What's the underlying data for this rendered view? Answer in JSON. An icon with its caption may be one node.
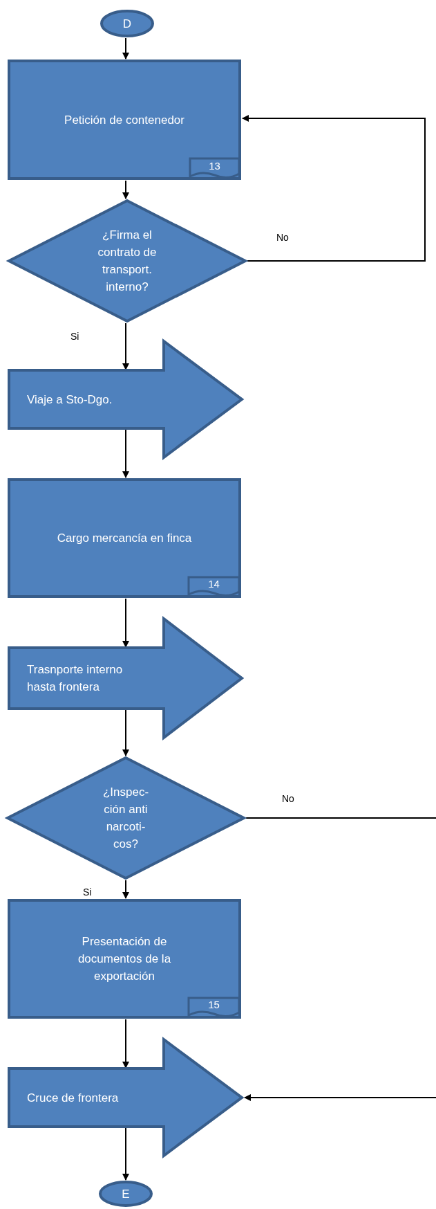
{
  "diagram": {
    "nodes": [
      {
        "text": [
          "D"
        ]
      },
      {
        "text": [
          "Petición de contenedor"
        ]
      },
      {
        "text": [
          "13"
        ],
        "in": 1
      },
      {
        "text": [
          "¿Firma el contrato de transport. interno?"
        ]
      },
      {
        "text": [
          "Viaje a Sto-Dgo."
        ]
      },
      {
        "text": [
          "Cargo mercancía en finca"
        ]
      },
      {
        "text": [
          "14"
        ],
        "in": 5
      },
      {
        "text": [
          "Trasnporte interno hasta frontera"
        ]
      },
      {
        "text": [
          "¿Inspec- ción anti narcoti- cos?"
        ]
      },
      {
        "text": [
          "Presentación de documentos de la exportación"
        ]
      },
      {
        "text": [
          "15"
        ],
        "in": 9
      },
      {
        "text": [
          "Cruce de frontera"
        ]
      },
      {
        "text": [
          "E"
        ]
      }
    ],
    "edges": [
      {
        "from": 0,
        "to": 1,
        "arrow": "to"
      },
      {
        "from": 1,
        "to": 3,
        "arrow": "to"
      },
      {
        "from": 3,
        "to": 1,
        "arrow": "to",
        "label": "No"
      },
      {
        "from": 3,
        "to": 4,
        "arrow": "to",
        "label": "Si"
      },
      {
        "from": 4,
        "to": 5,
        "arrow": "to"
      },
      {
        "from": 5,
        "to": 7,
        "arrow": "to"
      },
      {
        "from": 7,
        "to": 8,
        "arrow": "to"
      },
      {
        "from": 8,
        "to": null,
        "arrow": "none",
        "label": "No"
      },
      {
        "from": 8,
        "to": 9,
        "arrow": "to",
        "label": "Si"
      },
      {
        "from": 9,
        "to": 11,
        "arrow": "to"
      },
      {
        "from": null,
        "to": 11,
        "arrow": "to"
      },
      {
        "from": 11,
        "to": 12,
        "arrow": "to"
      }
    ]
  }
}
